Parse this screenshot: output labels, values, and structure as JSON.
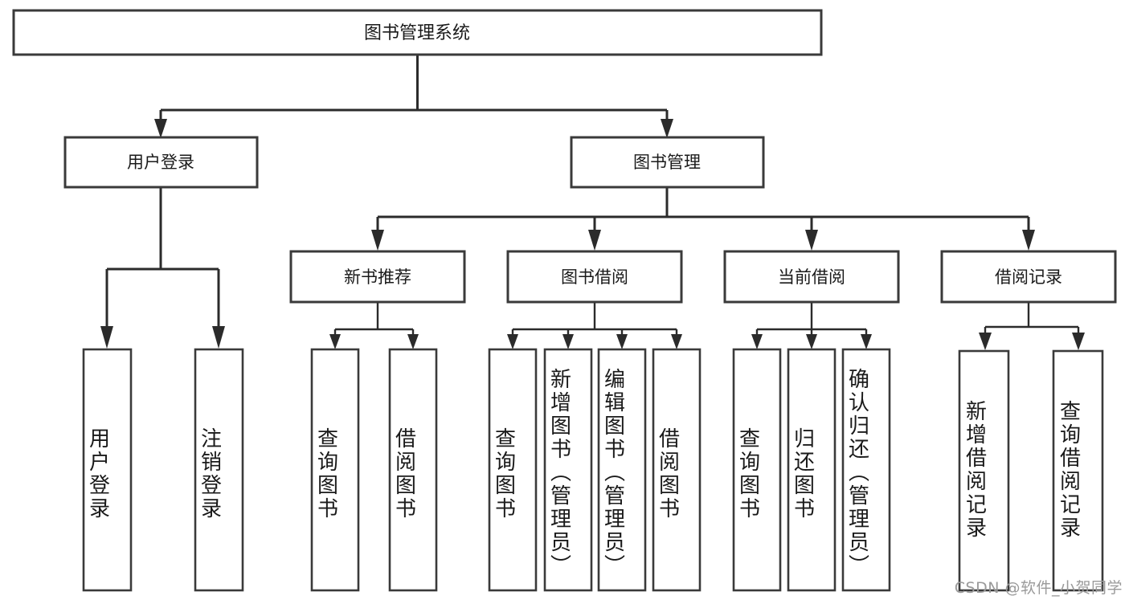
{
  "diagram": {
    "type": "tree",
    "title_node": {
      "id": "root",
      "label": "图书管理系统"
    },
    "level1": [
      {
        "id": "user-login",
        "label": "用户登录"
      },
      {
        "id": "book-manage",
        "label": "图书管理"
      }
    ],
    "level2": [
      {
        "id": "new-book-rec",
        "label": "新书推荐",
        "parent": "book-manage"
      },
      {
        "id": "book-borrow",
        "label": "图书借阅",
        "parent": "book-manage"
      },
      {
        "id": "current-borrow",
        "label": "当前借阅",
        "parent": "book-manage"
      },
      {
        "id": "borrow-record",
        "label": "借阅记录",
        "parent": "book-manage"
      }
    ],
    "leaves": {
      "user-login": [
        {
          "id": "leaf-user-login",
          "label": "用户登录"
        },
        {
          "id": "leaf-logout",
          "label": "注销登录"
        }
      ],
      "new-book-rec": [
        {
          "id": "leaf-query-book-1",
          "label": "查询图书"
        },
        {
          "id": "leaf-borrow-book-1",
          "label": "借阅图书"
        }
      ],
      "book-borrow": [
        {
          "id": "leaf-query-book-2",
          "label": "查询图书"
        },
        {
          "id": "leaf-add-book",
          "label": "新增图书（管理员）"
        },
        {
          "id": "leaf-edit-book",
          "label": "编辑图书（管理员）"
        },
        {
          "id": "leaf-borrow-book-2",
          "label": "借阅图书"
        }
      ],
      "current-borrow": [
        {
          "id": "leaf-query-book-3",
          "label": "查询图书"
        },
        {
          "id": "leaf-return-book",
          "label": "归还图书"
        },
        {
          "id": "leaf-confirm-return",
          "label": "确认归还（管理员）"
        }
      ],
      "borrow-record": [
        {
          "id": "leaf-add-record",
          "label": "新增借阅记录"
        },
        {
          "id": "leaf-query-record",
          "label": "查询借阅记录"
        }
      ]
    }
  },
  "watermark": {
    "text": "CSDN @软件_小贺同学"
  },
  "colors": {
    "box_stroke": "#3a3a3a",
    "connector": "#2b2b2b",
    "box_fill": "#ffffff",
    "text": "#1a1a1a",
    "watermark": "#9a9a9a",
    "background": "#ffffff"
  }
}
